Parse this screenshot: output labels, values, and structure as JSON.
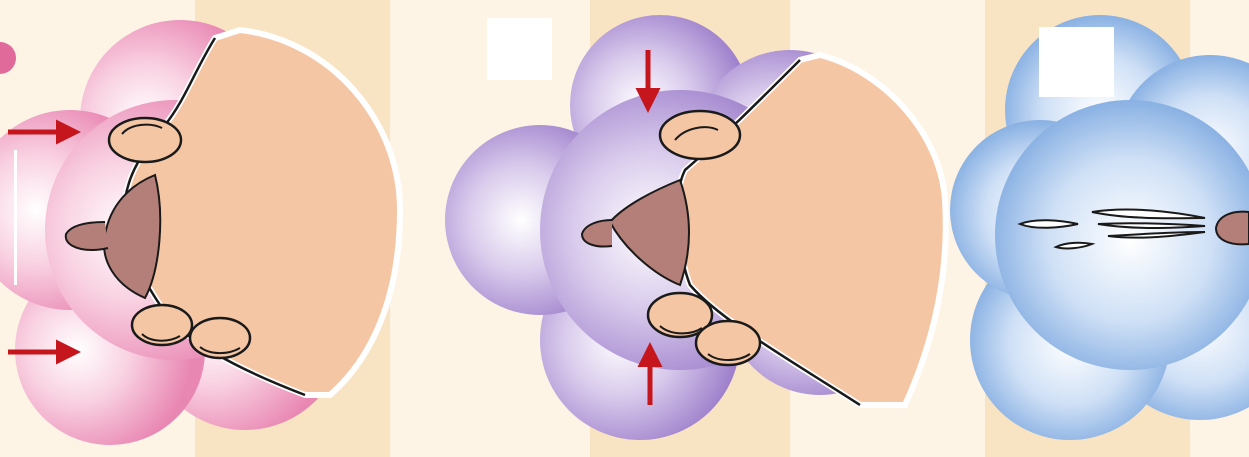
{
  "figure": {
    "panels": [
      {
        "step": "press",
        "flower_color": "pink",
        "arrows": [
          "right",
          "right"
        ],
        "label_box": ""
      },
      {
        "step": "squeeze",
        "flower_color": "purple",
        "arrows": [
          "down",
          "up"
        ],
        "label_box": ""
      },
      {
        "step": "milk-flow",
        "flower_color": "blue",
        "arrows": [],
        "label_box": ""
      }
    ],
    "colors": {
      "background_cream": "#fdf4e6",
      "background_stripe": "#f8e4c2",
      "pink": "#ec9bbe",
      "purple": "#a68ad0",
      "blue": "#8fb8e6",
      "skin": "#f4c6a4",
      "areola": "#b57f79",
      "arrow": "#c4161c",
      "outline": "#1a1a1a"
    }
  }
}
